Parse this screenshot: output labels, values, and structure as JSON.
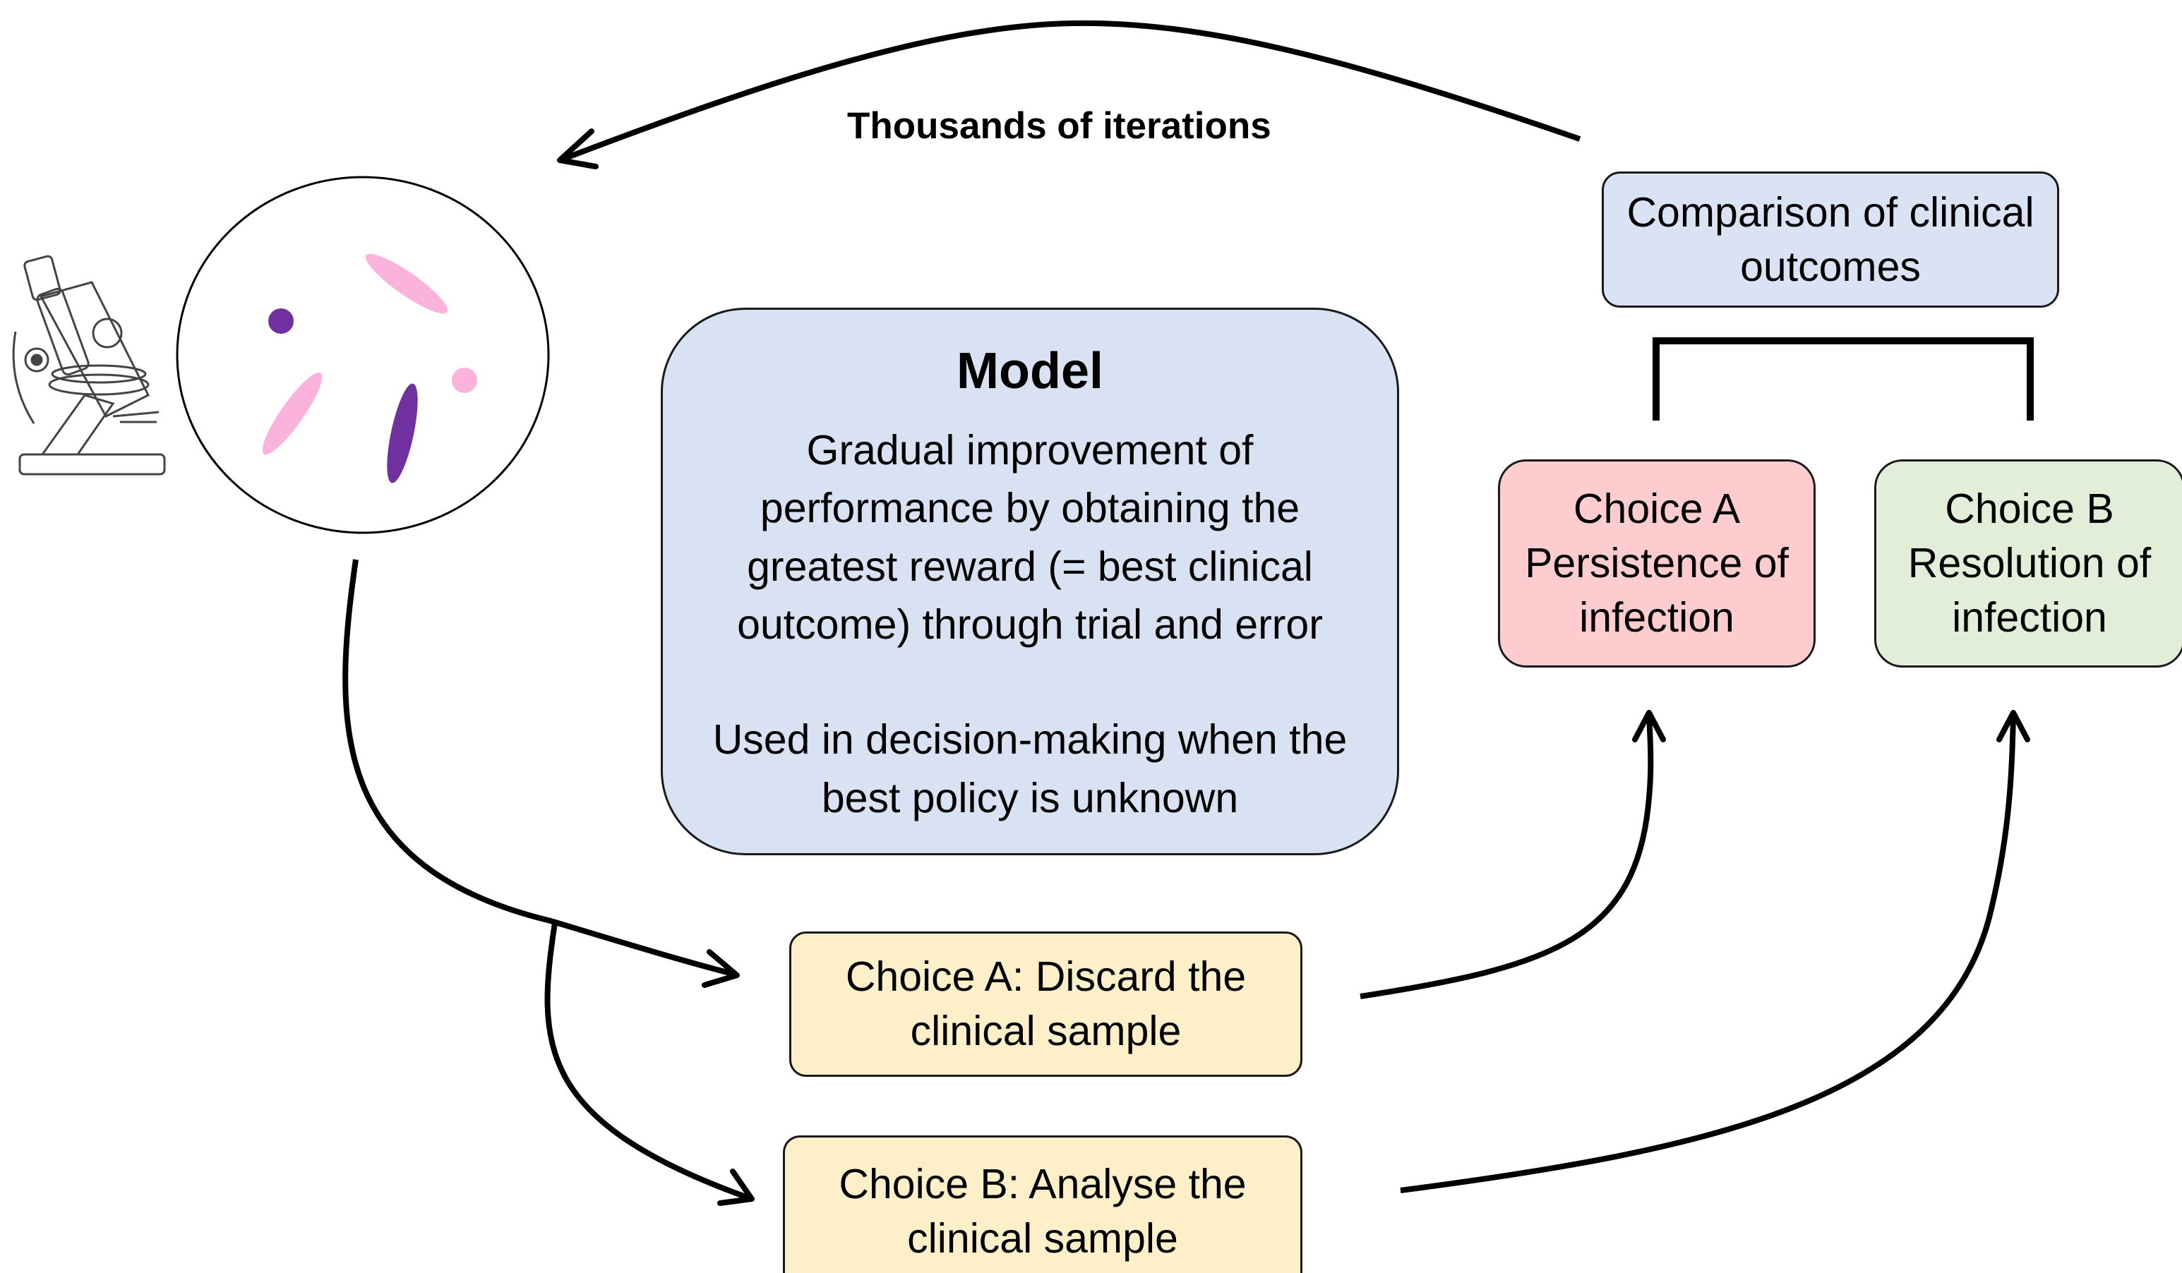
{
  "loop_label": "Thousands of iterations",
  "model": {
    "title": "Model",
    "description_lines": [
      "Gradual improvement of",
      "performance by obtaining the",
      "greatest reward (= best clinical",
      "outcome) through trial and error"
    ],
    "usage_lines": [
      "Used in decision-making when the",
      "best policy is unknown"
    ]
  },
  "comparison": {
    "lines": [
      "Comparison of clinical",
      "outcomes"
    ]
  },
  "outcome_a": {
    "lines": [
      "Choice A",
      "Persistence of",
      "infection"
    ]
  },
  "outcome_b": {
    "lines": [
      "Choice B",
      "Resolution of",
      "infection"
    ]
  },
  "action_a": {
    "lines": [
      "Choice A: Discard the",
      "clinical sample"
    ]
  },
  "action_b": {
    "lines": [
      "Choice B: Analyse the",
      "clinical sample"
    ]
  },
  "colors": {
    "model_fill": "#d9e2f2",
    "comparison_fill": "#dae3f3",
    "outcome_a_fill": "#fccccf",
    "outcome_b_fill": "#e3eed8",
    "action_fill": "#fdf0c8",
    "stroke": "#000000",
    "dot_dark": "#7030a0",
    "dot_light": "#fbb3dd"
  },
  "icons": [
    "microscope-icon",
    "sample-circle-icon"
  ]
}
